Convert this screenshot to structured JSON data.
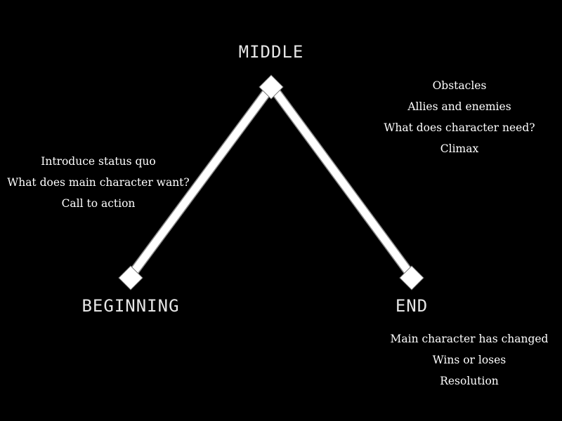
{
  "stages": {
    "beginning": {
      "label": "BEGINNING",
      "notes": [
        "Introduce status quo",
        "What does main character want?",
        "Call to action"
      ]
    },
    "middle": {
      "label": "MIDDLE",
      "notes": [
        "Obstacles",
        "Allies and enemies",
        "What does character need?",
        "Climax"
      ]
    },
    "end": {
      "label": "END",
      "notes": [
        "Main character has changed",
        "Wins or loses",
        "Resolution"
      ]
    }
  },
  "colors": {
    "background": "#000000",
    "line": "#ffffff",
    "label": "#e6e6e6"
  }
}
